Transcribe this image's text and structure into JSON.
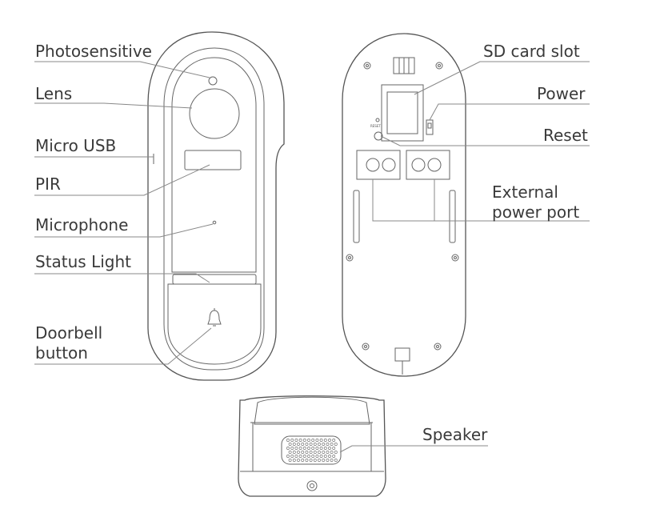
{
  "front_labels": {
    "photosensitive": "Photosensitive",
    "lens": "Lens",
    "micro_usb": "Micro USB",
    "pir": "PIR",
    "microphone": "Microphone",
    "status_light": "Status Light",
    "doorbell_button_line1": "Doorbell",
    "doorbell_button_line2": "button"
  },
  "back_labels": {
    "sd_card_slot": "SD card slot",
    "power": "Power",
    "reset": "Reset",
    "external_power_port_line1": "External",
    "external_power_port_line2": "power port",
    "reset_small": "RESET"
  },
  "speaker_labels": {
    "speaker": "Speaker"
  }
}
